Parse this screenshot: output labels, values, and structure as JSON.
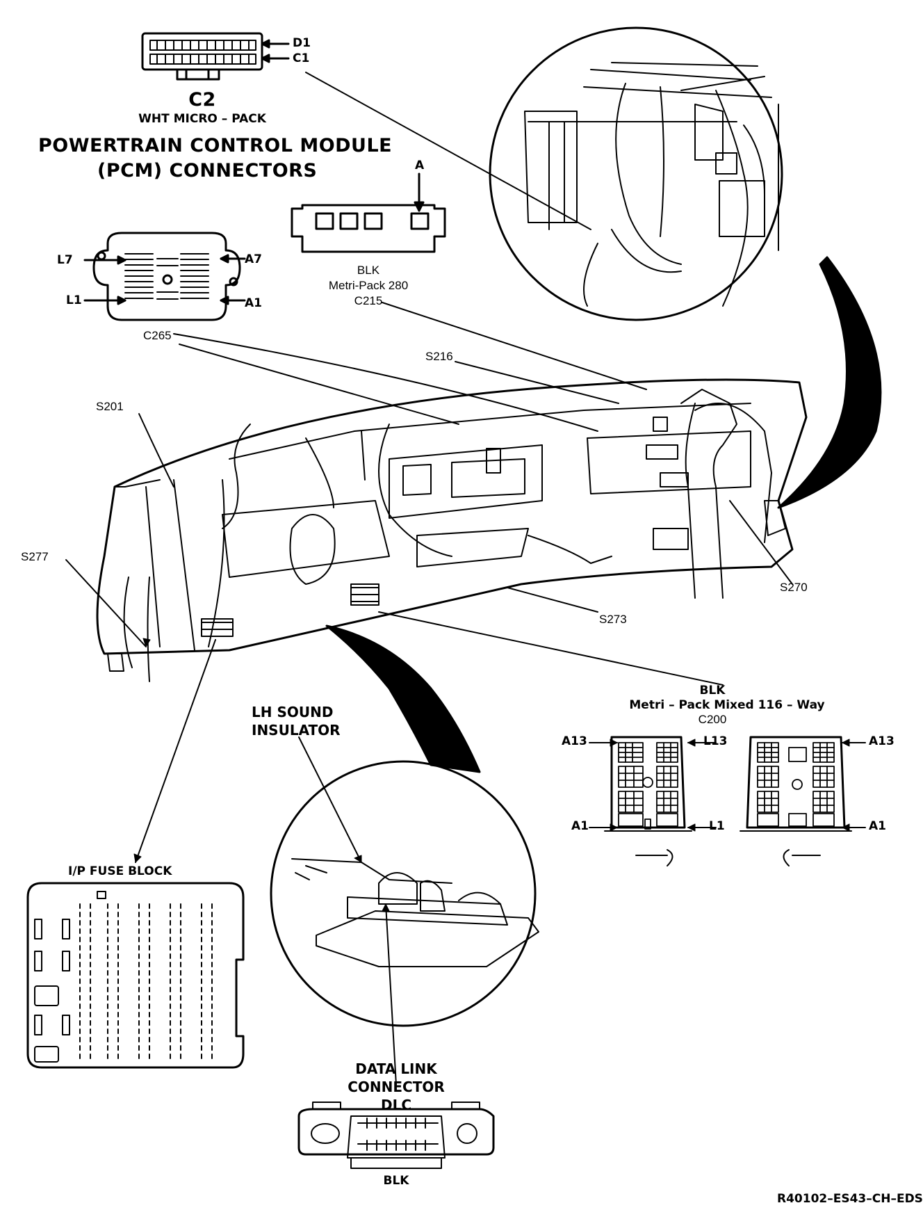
{
  "pcm": {
    "title_line1": "POWERTRAIN CONTROL MODULE",
    "title_line2": "(PCM) CONNECTORS",
    "c2_id": "C2",
    "c2_desc": "WHT MICRO – PACK",
    "c2_pin_d1": "D1",
    "c2_pin_c1": "C1",
    "c265_pin_l7": "L7",
    "c265_pin_a7": "A7",
    "c265_pin_l1": "L1",
    "c265_pin_a1": "A1"
  },
  "c215": {
    "pin_a": "A",
    "color": "BLK",
    "type": "Metri-Pack 280",
    "id": "C215"
  },
  "callouts": {
    "c265": "C265",
    "s216": "S216",
    "s201": "S201",
    "s277": "S277",
    "s270": "S270",
    "s273": "S273"
  },
  "c200": {
    "color": "BLK",
    "type": "Metri – Pack Mixed 116 – Way",
    "id": "C200",
    "left_a13": "A13",
    "left_a1": "A1",
    "mid_l13": "L13",
    "mid_l1": "L1",
    "right_a13": "A13",
    "right_a1": "A1"
  },
  "lh_sound_insulator": {
    "line1": "LH SOUND",
    "line2": "INSULATOR"
  },
  "fuse_block": {
    "title": "I/P FUSE BLOCK"
  },
  "dlc": {
    "line1": "DATA LINK",
    "line2": "CONNECTOR",
    "line3": "DLC",
    "color": "BLK"
  },
  "figure_id": "R40102–ES43–CH–EDS"
}
